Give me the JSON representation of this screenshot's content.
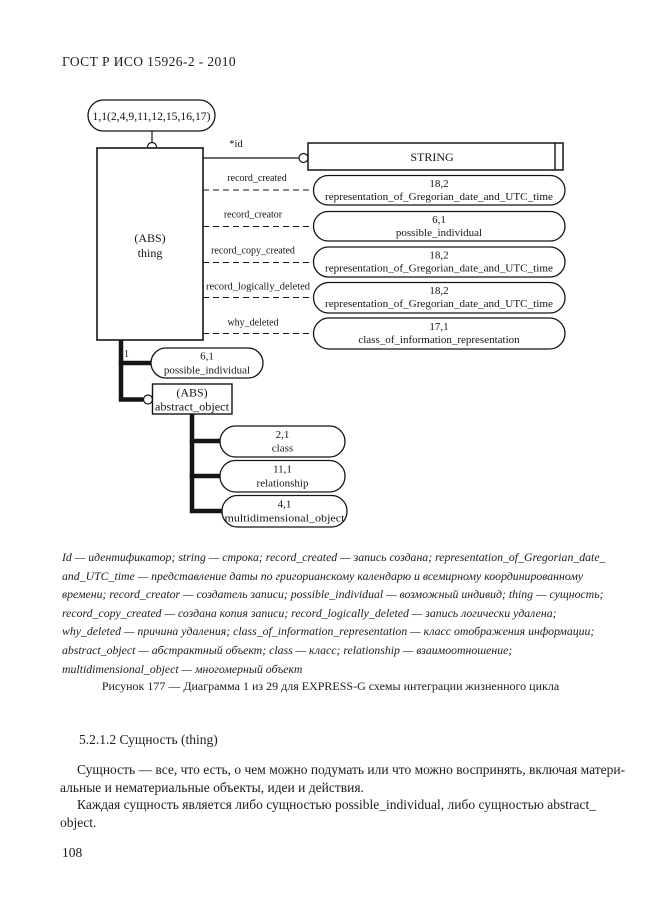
{
  "page": {
    "header": "ГОСТ Р ИСО 15926-2 - 2010",
    "page_number": "108"
  },
  "diagram": {
    "top_page_ref": "1,1(2,4,9,11,12,15,16,17)",
    "thing": {
      "abs": "(ABS)",
      "name": "thing"
    },
    "id_attr": "*id",
    "string_type": "STRING",
    "attr_labels": [
      "record_created",
      "record_creator",
      "record_copy_created",
      "record_logically_deleted",
      "why_deleted"
    ],
    "target_ovals": [
      {
        "num": "18,2",
        "name": "representation_of_Gregorian_date_and_UTC_time"
      },
      {
        "num": "6,1",
        "name": "possible_individual"
      },
      {
        "num": "18,2",
        "name": "representation_of_Gregorian_date_and_UTC_time"
      },
      {
        "num": "18,2",
        "name": "representation_of_Gregorian_date_and_UTC_time"
      },
      {
        "num": "17,1",
        "name": "class_of_information_representation"
      }
    ],
    "cardinality": "1",
    "sub_possible_individual": {
      "num": "6,1",
      "name": "possible_individual"
    },
    "abstract_object": {
      "abs": "(ABS)",
      "name": "abstract_object"
    },
    "sub_class": {
      "num": "2,1",
      "name": "class"
    },
    "sub_relationship": {
      "num": "11,1",
      "name": "relationship"
    },
    "sub_multidimensional": {
      "num": "4,1",
      "name": "multidimensional_object"
    }
  },
  "legend": {
    "lines": [
      "Id — идентификатор; string — строка; record_created — запись создана; representation_of_Gregorian_date_",
      "and_UTC_time — представление даты по григорианскому календарю и всемирному координированному",
      "времени; record_creator — создатель записи; possible_individual — возможный индивид; thing — сущность;",
      "record_copy_created — создана копия записи; record_logically_deleted — запись логически удалена;",
      "why_deleted — причина удаления; class_of_information_representation — класс отображения информации;",
      "abstract_object — абстрактный объект; class — класс; relationship — взаимоотношение;",
      "multidimensional_object — многомерный объект"
    ]
  },
  "caption": "Рисунок 177 — Диаграмма 1 из 29 для EXPRESS-G схемы интеграции жизненного цикла",
  "section": {
    "heading": "5.2.1.2 Сущность (thing)",
    "body_lines": [
      "Сущность — все, что есть, о чем можно подумать или что можно воспринять, включая матери-",
      "альные и нематериальные объекты, идеи и действия.",
      "Каждая сущность является либо сущностью possible_individual, либо сущностью abstract_",
      "object."
    ]
  }
}
